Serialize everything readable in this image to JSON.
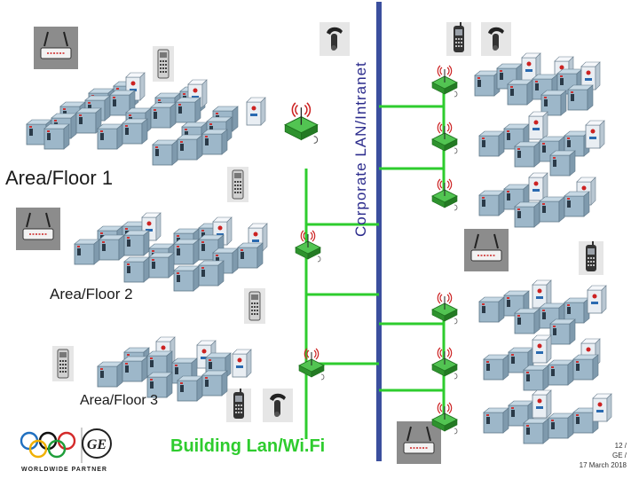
{
  "labels": {
    "floor1": "Area/Floor 1",
    "floor2": "Area/Floor 2",
    "floor3": "Area/Floor 3",
    "building_lan": "Building Lan/Wi.Fi",
    "corporate_lan": "Corporate LAN/Intranet"
  },
  "footer": {
    "page": "12 /",
    "org": "GE /",
    "date": "17 March 2018"
  },
  "logos": {
    "brand_mark": "GE",
    "partner_text": "WORLDWIDE PARTNER"
  },
  "colors": {
    "lan_line": "#2ecc2e",
    "backbone": "#3b4f9e",
    "router_box": "#888888",
    "wifi_ap": "#2ea52e",
    "server": "#9db7c9",
    "signal": "#cc2222"
  },
  "icons": {
    "router": "router-icon",
    "access_point": "wifi-access-point-icon",
    "server": "server-cabinet-icon",
    "phone": "cell-phone-icon",
    "headset": "bluetooth-headset-icon",
    "pager": "pager-icon"
  }
}
